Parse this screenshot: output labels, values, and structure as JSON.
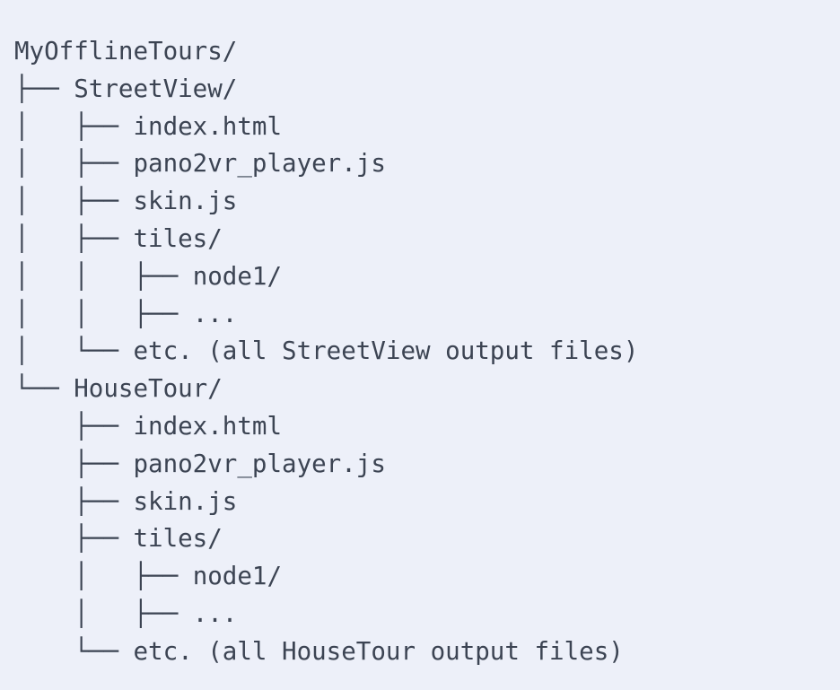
{
  "document": {
    "type": "directory-tree-listing",
    "root_label": "MyOfflineTours/",
    "background_color": "#edf0f9",
    "text_color": "#3c4453",
    "tree_glyphs": {
      "branch": "├──",
      "last_branch": "└──",
      "vertical": "│",
      "indent": "    "
    },
    "lines": [
      {
        "prefix": "",
        "label": "MyOfflineTours/",
        "depth": 0,
        "kind": "directory"
      },
      {
        "prefix": "├── ",
        "label": "StreetView/",
        "depth": 1,
        "kind": "directory"
      },
      {
        "prefix": "│   ├── ",
        "label": "index.html",
        "depth": 2,
        "kind": "file"
      },
      {
        "prefix": "│   ├── ",
        "label": "pano2vr_player.js",
        "depth": 2,
        "kind": "file"
      },
      {
        "prefix": "│   ├── ",
        "label": "skin.js",
        "depth": 2,
        "kind": "file"
      },
      {
        "prefix": "│   ├── ",
        "label": "tiles/",
        "depth": 2,
        "kind": "directory"
      },
      {
        "prefix": "│   │   ├── ",
        "label": "node1/",
        "depth": 3,
        "kind": "directory"
      },
      {
        "prefix": "│   │   ├── ",
        "label": "...",
        "depth": 3,
        "kind": "ellipsis"
      },
      {
        "prefix": "│   └── ",
        "label": "etc. (all StreetView output files)",
        "depth": 2,
        "kind": "note"
      },
      {
        "prefix": "└── ",
        "label": "HouseTour/",
        "depth": 1,
        "kind": "directory"
      },
      {
        "prefix": "    ├── ",
        "label": "index.html",
        "depth": 2,
        "kind": "file"
      },
      {
        "prefix": "    ├── ",
        "label": "pano2vr_player.js",
        "depth": 2,
        "kind": "file"
      },
      {
        "prefix": "    ├── ",
        "label": "skin.js",
        "depth": 2,
        "kind": "file"
      },
      {
        "prefix": "    ├── ",
        "label": "tiles/",
        "depth": 2,
        "kind": "directory"
      },
      {
        "prefix": "    │   ├── ",
        "label": "node1/",
        "depth": 3,
        "kind": "directory"
      },
      {
        "prefix": "    │   ├── ",
        "label": "...",
        "depth": 3,
        "kind": "ellipsis"
      },
      {
        "prefix": "    └── ",
        "label": "etc. (all HouseTour output files)",
        "depth": 2,
        "kind": "note"
      }
    ]
  }
}
